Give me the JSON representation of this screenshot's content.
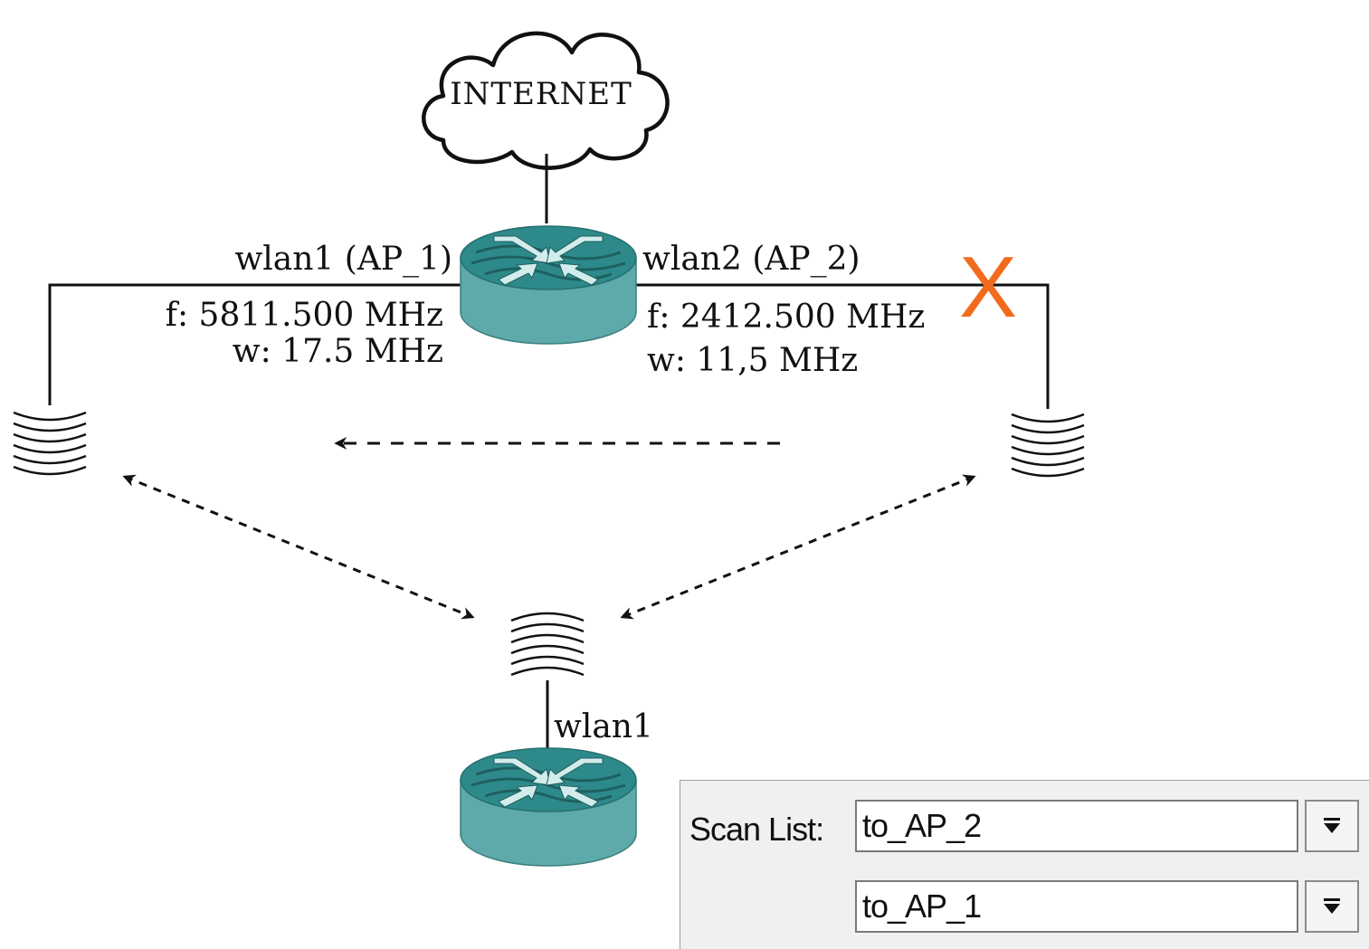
{
  "cloud": {
    "label": "INTERNET"
  },
  "ap_left": {
    "name": "wlan1 (AP_1)",
    "freq": "f: 5811.500 MHz",
    "width": "w: 17.5 MHz"
  },
  "ap_right": {
    "name": "wlan2 (AP_2)",
    "freq": "f: 2412.500 MHz",
    "width": "w: 11,5 MHz"
  },
  "broken_link_mark": "X",
  "client": {
    "iface": "wlan1"
  },
  "scan_panel": {
    "label": "Scan List:",
    "entries": [
      "to_AP_2",
      "to_AP_1"
    ]
  },
  "colors": {
    "router_top": "#2e8a8a",
    "router_body": "#5ea9a9",
    "x_mark": "#f26b1d"
  }
}
